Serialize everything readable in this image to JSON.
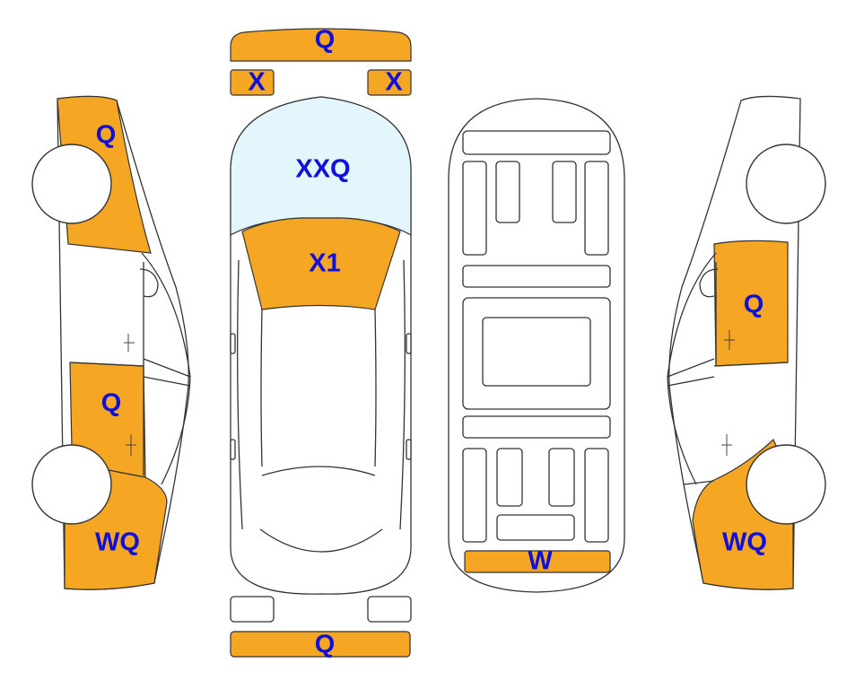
{
  "colors": {
    "damage_fill": "#F5A623",
    "glass_fill": "#E3F6FB",
    "code_text": "#1010DD",
    "outline": "#333333"
  },
  "labels": {
    "top_front_bumper": "Q",
    "top_mirror_left": "X",
    "top_mirror_right": "X",
    "windshield": "XXQ",
    "hood": "X1",
    "top_rear_bumper": "Q",
    "underside_rear": "W",
    "left_front_fender": "Q",
    "left_rear_door": "Q",
    "left_rear_quarter": "WQ",
    "right_rear_door": "Q",
    "right_rear_quarter": "WQ"
  }
}
